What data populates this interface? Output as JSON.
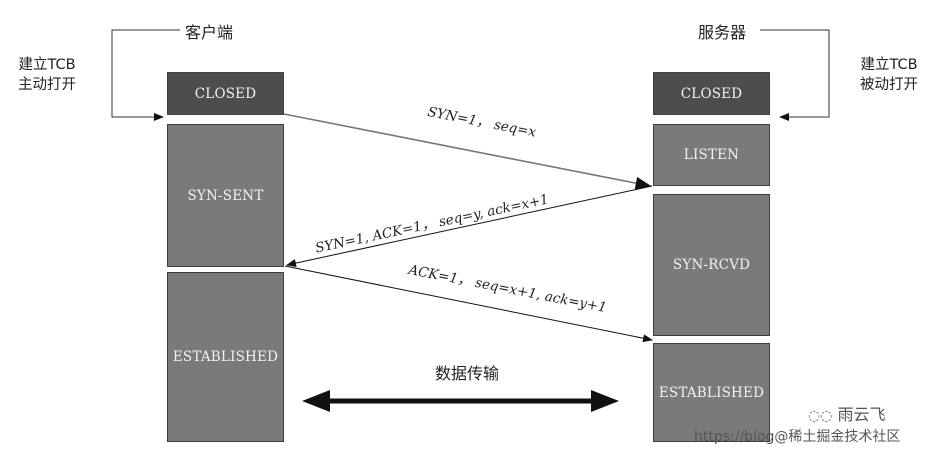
{
  "client": {
    "header": "客户端",
    "side_label_line1": "建立TCB",
    "side_label_line2": "主动打开",
    "states": [
      "CLOSED",
      "SYN-SENT",
      "ESTABLISHED"
    ]
  },
  "server": {
    "header": "服务器",
    "side_label_line1": "建立TCB",
    "side_label_line2": "被动打开",
    "states": [
      "CLOSED",
      "LISTEN",
      "SYN-RCVD",
      "ESTABLISHED"
    ]
  },
  "messages": {
    "syn": "SYN=1， seq=x",
    "synack": "SYN=1, ACK=1， seq=y, ack=x+1",
    "ack": "ACK=1， seq=x+1, ack=y+1"
  },
  "data_transfer": "数据传输",
  "watermark": {
    "brand": "雨云飞",
    "url": "https://blog@稀土掘金技术社区"
  },
  "colors": {
    "dark_state": "#4d4d4d",
    "mid_state": "#7a7a7a",
    "arrow": "#111111"
  }
}
